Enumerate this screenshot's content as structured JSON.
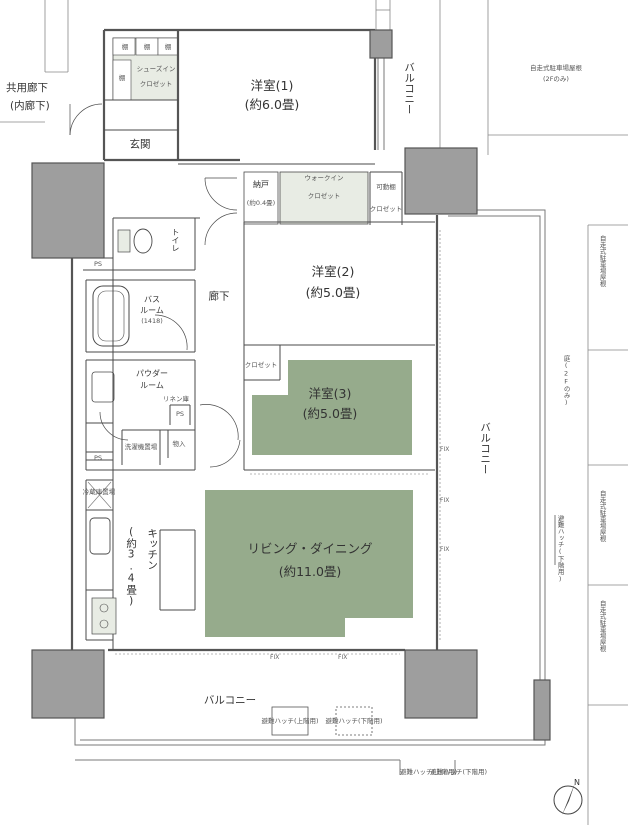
{
  "labels": {
    "common_corridor_1": "共用廊下",
    "common_corridor_2": "(内廊下)",
    "genkan": "玄関",
    "shoes_in_1": "シューズイン",
    "shoes_in_2": "クロゼット",
    "tana": "棚",
    "room1_name": "洋室(1)",
    "room1_size": "(約6.0畳)",
    "room2_name": "洋室(2)",
    "room2_size": "(約5.0畳)",
    "room3_name": "洋室(3)",
    "room3_size": "(約5.0畳)",
    "nando_1": "納戸",
    "nando_2": "(約0.4畳)",
    "walkin_1": "ウォークイン",
    "walkin_2": "クロゼット",
    "kadoudana": "可動棚",
    "closet": "クロゼット",
    "toilet": "トイレ",
    "ps": "PS",
    "hallway": "廊下",
    "bathroom_1": "バス",
    "bathroom_2": "ルーム",
    "bathroom_3": "(1418)",
    "powder_1": "パウダー",
    "powder_2": "ルーム",
    "linen": "リネン庫",
    "washer": "洗濯機置場",
    "monoire": "物入",
    "fridge": "冷蔵庫置場",
    "kitchen": "キッチン",
    "kitchen_size": "(約3.4畳)",
    "living_name": "リビング・ダイニング",
    "living_size": "(約11.0畳)",
    "balcony": "バルコニー",
    "fix": "FIX",
    "hatch_upper": "避難ハッチ(上階用)",
    "hatch_lower": "避難ハッチ(下階用)",
    "garage_roof_top": "自走式駐車場屋根",
    "garage_roof_top_sub": "(2Fのみ)",
    "garden": "庭(2Fのみ)",
    "evac_upper": "避難ハッチ(上階用)",
    "evac_lower": "避難ハッチ(下階用)",
    "compass": "N"
  },
  "colors": {
    "room_green": "#96ab8c",
    "line": "#4a4a4a",
    "column": "#9e9e9e",
    "wall": "#555555",
    "balcony_line": "#7a7a7a"
  }
}
